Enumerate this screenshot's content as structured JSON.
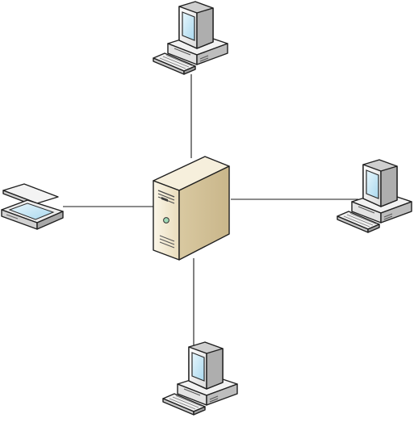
{
  "diagram": {
    "type": "star-network",
    "hub": {
      "kind": "server",
      "icon": "server-tower-icon",
      "body_color": "#efe5cc",
      "shade_color": "#d8c9a3"
    },
    "nodes": [
      {
        "id": "top",
        "kind": "workstation",
        "icon": "desktop-computer-icon"
      },
      {
        "id": "right",
        "kind": "workstation",
        "icon": "desktop-computer-icon"
      },
      {
        "id": "bottom",
        "kind": "workstation",
        "icon": "desktop-computer-icon"
      },
      {
        "id": "left",
        "kind": "scanner",
        "icon": "flatbed-scanner-icon"
      }
    ],
    "links": [
      {
        "from": "hub",
        "to": "top"
      },
      {
        "from": "hub",
        "to": "right"
      },
      {
        "from": "hub",
        "to": "bottom"
      },
      {
        "from": "hub",
        "to": "left"
      }
    ],
    "colors": {
      "device_light": "#f4f4f4",
      "device_mid": "#d6d6d6",
      "device_dark": "#a9a9a9",
      "screen": "#bfe3f3",
      "line": "#1a1a1a"
    }
  }
}
